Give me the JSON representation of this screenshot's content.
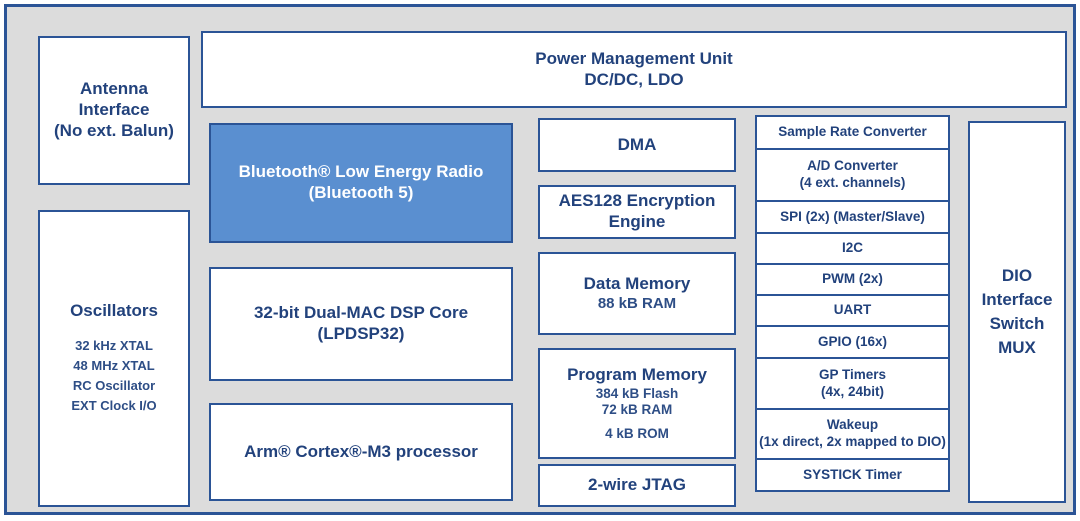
{
  "diagram": {
    "colors": {
      "frame_border": "#2B5496",
      "frame_background": "#dcdcdc",
      "block_border": "#2B5496",
      "block_background": "#ffffff",
      "text": "#22427C",
      "highlight_block_fill": "#5A8FD0",
      "highlight_block_text": "#ffffff"
    },
    "power_management": {
      "line1": "Power Management Unit",
      "line2": "DC/DC, LDO"
    },
    "antenna": {
      "line1": "Antenna",
      "line2": "Interface",
      "line3": "(No ext. Balun)"
    },
    "oscillators": {
      "title": "Oscillators",
      "items": [
        "32 kHz XTAL",
        "48 MHz XTAL",
        "RC Oscillator",
        "EXT Clock I/O"
      ]
    },
    "radio": {
      "line1": "Bluetooth® Low Energy Radio",
      "line2": "(Bluetooth 5)"
    },
    "dsp": {
      "line1": "32-bit Dual-MAC DSP Core",
      "line2": "(LPDSP32)"
    },
    "cortex": {
      "line1": "Arm® Cortex®-M3 processor"
    },
    "dma": {
      "line1": "DMA"
    },
    "aes": {
      "line1": "AES128 Encryption",
      "line2": "Engine"
    },
    "data_memory": {
      "line1": "Data Memory",
      "line2": "88 kB RAM"
    },
    "program_memory": {
      "line1": "Program Memory",
      "line2": "384 kB Flash",
      "line3": "72 kB RAM",
      "line4": "4 kB ROM"
    },
    "jtag": {
      "line1": "2-wire JTAG"
    },
    "peripherals": [
      {
        "line1": "Sample Rate Converter",
        "line2": ""
      },
      {
        "line1": "A/D Converter",
        "line2": "(4 ext. channels)"
      },
      {
        "line1": "SPI (2x) (Master/Slave)",
        "line2": ""
      },
      {
        "line1": "I2C",
        "line2": ""
      },
      {
        "line1": "PWM (2x)",
        "line2": ""
      },
      {
        "line1": "UART",
        "line2": ""
      },
      {
        "line1": "GPIO (16x)",
        "line2": ""
      },
      {
        "line1": "GP Timers",
        "line2": "(4x, 24bit)"
      },
      {
        "line1": "Wakeup",
        "line2": "(1x direct, 2x mapped to DIO)"
      },
      {
        "line1": "SYSTICK Timer",
        "line2": ""
      }
    ],
    "dio": {
      "line1": "DIO",
      "line2": "Interface",
      "line3": "Switch",
      "line4": "MUX"
    }
  }
}
